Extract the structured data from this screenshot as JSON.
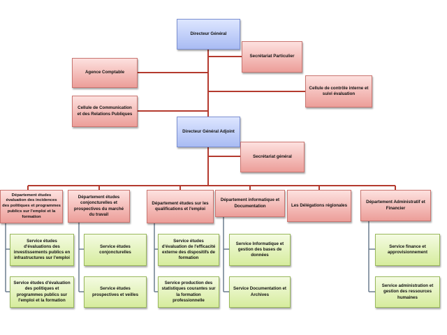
{
  "top": {
    "dg": "Directeur Général",
    "secretariat_particulier": "Secrétariat Particulier",
    "agence_comptable": "Agence Comptable",
    "controle_interne": "Cellule de contrôle interne et suivi évaluation",
    "communication": "Cellule de Communication et des Relations Publiques",
    "dga": "Directeur Général Adjoint",
    "secretariat_general": "Secrétariat général"
  },
  "departments": [
    "Département études évaluation des incidences des politiques et programmes publics sur l'emploi et la formation",
    "Département études conjoncturelles et prospectives du marché du travail",
    "Département études sur les qualifications et l'emploi",
    "Département informatique et Documentation",
    "Les Délégations régionales",
    "Département Administratif et Financier"
  ],
  "services": {
    "d1": [
      "Service études d'évaluations des investissements publics en infrastructures sur l'emploi",
      "Service études d'évaluation des politiques et programmes publics sur l'emploi et la formation"
    ],
    "d2": [
      "Service études conjoncturelles",
      "Service études prospectives et veilles"
    ],
    "d3": [
      "Service études d'évaluation de l'efficacité externe des dispositifs de formation",
      "Service production des statistiques courantes sur la formation professionnelle"
    ],
    "d4": [
      "Service Informatique et gestion des bases de données",
      "Service Documentation et Archives"
    ],
    "d6": [
      "Service finance et approvisionnement",
      "Service administration et gestion des ressources humaines"
    ]
  }
}
